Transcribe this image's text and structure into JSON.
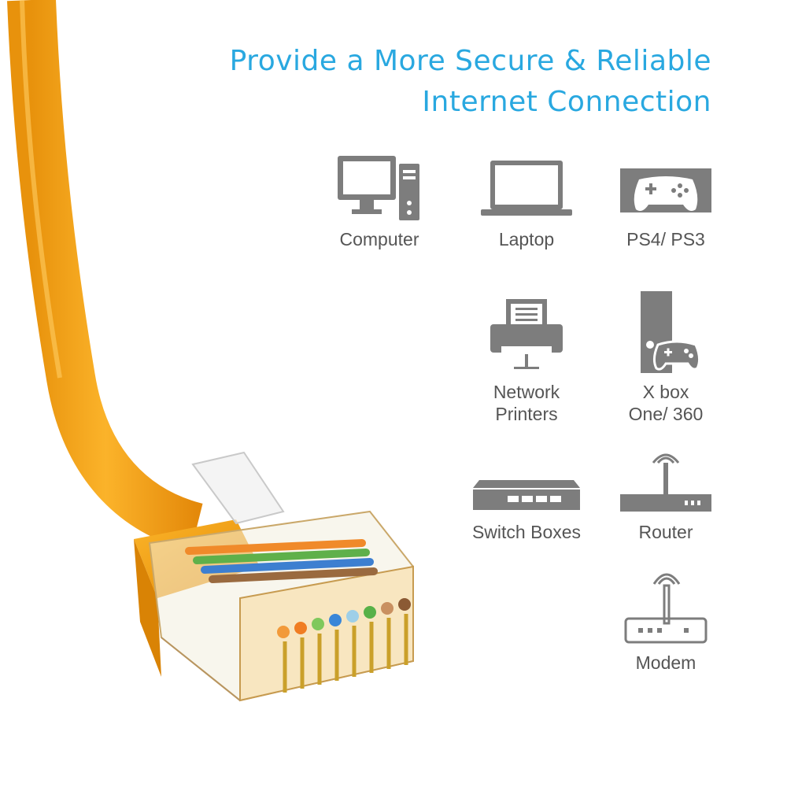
{
  "headline": {
    "line1": "Provide a More Secure & Reliable",
    "line2": "Internet Connection",
    "color": "#29a8e0"
  },
  "cable": {
    "color": "#f5a51b"
  },
  "devices": {
    "computer": {
      "label": "Computer",
      "icon": "computer-icon"
    },
    "laptop": {
      "label": "Laptop",
      "icon": "laptop-icon"
    },
    "ps4": {
      "label": "PS4/ PS3",
      "icon": "gamepad-icon"
    },
    "printer": {
      "line1": "Network",
      "line2": "Printers",
      "icon": "network-printer-icon"
    },
    "xbox": {
      "line1": "X box",
      "line2": "One/ 360",
      "icon": "xbox-console-icon"
    },
    "switch": {
      "label": "Switch Boxes",
      "icon": "switch-box-icon"
    },
    "router": {
      "label": "Router",
      "icon": "router-icon"
    },
    "modem": {
      "label": "Modem",
      "icon": "modem-icon"
    }
  },
  "icon_color": "#7d7d7d"
}
